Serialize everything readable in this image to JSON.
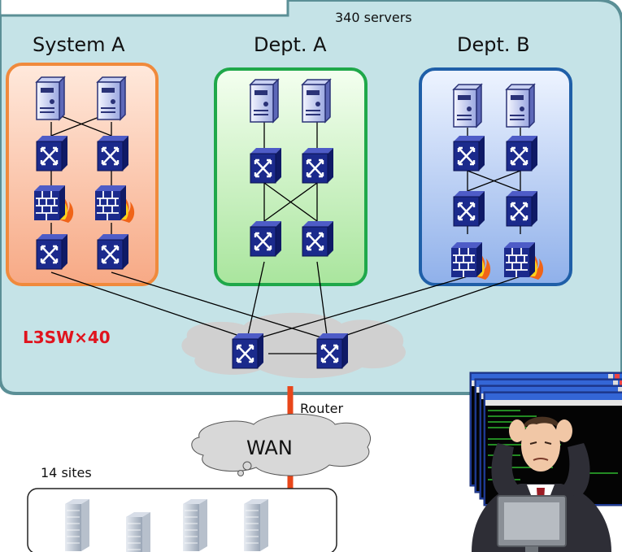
{
  "labels": {
    "server_count": "340 servers",
    "zone_a": "System A",
    "zone_b": "Dept. A",
    "zone_c": "Dept. B",
    "l3sw": "L3SW×40",
    "router": "Router",
    "wan": "WAN",
    "sites": "14 sites"
  },
  "colors": {
    "dc_bg": "#c5e3e7",
    "dc_border": "#5b8f96",
    "zone_a_border": "#f08a3c",
    "zone_b_border": "#1fa84a",
    "zone_c_border": "#1f5fa8",
    "switch": "#1b2a8c",
    "alert_text": "#e0141e",
    "wan_link": "#e8461a"
  },
  "icons": [
    "server-icon",
    "switch-icon",
    "firewall-icon",
    "cloud-icon",
    "building-icon",
    "stressed-admin-icon"
  ]
}
